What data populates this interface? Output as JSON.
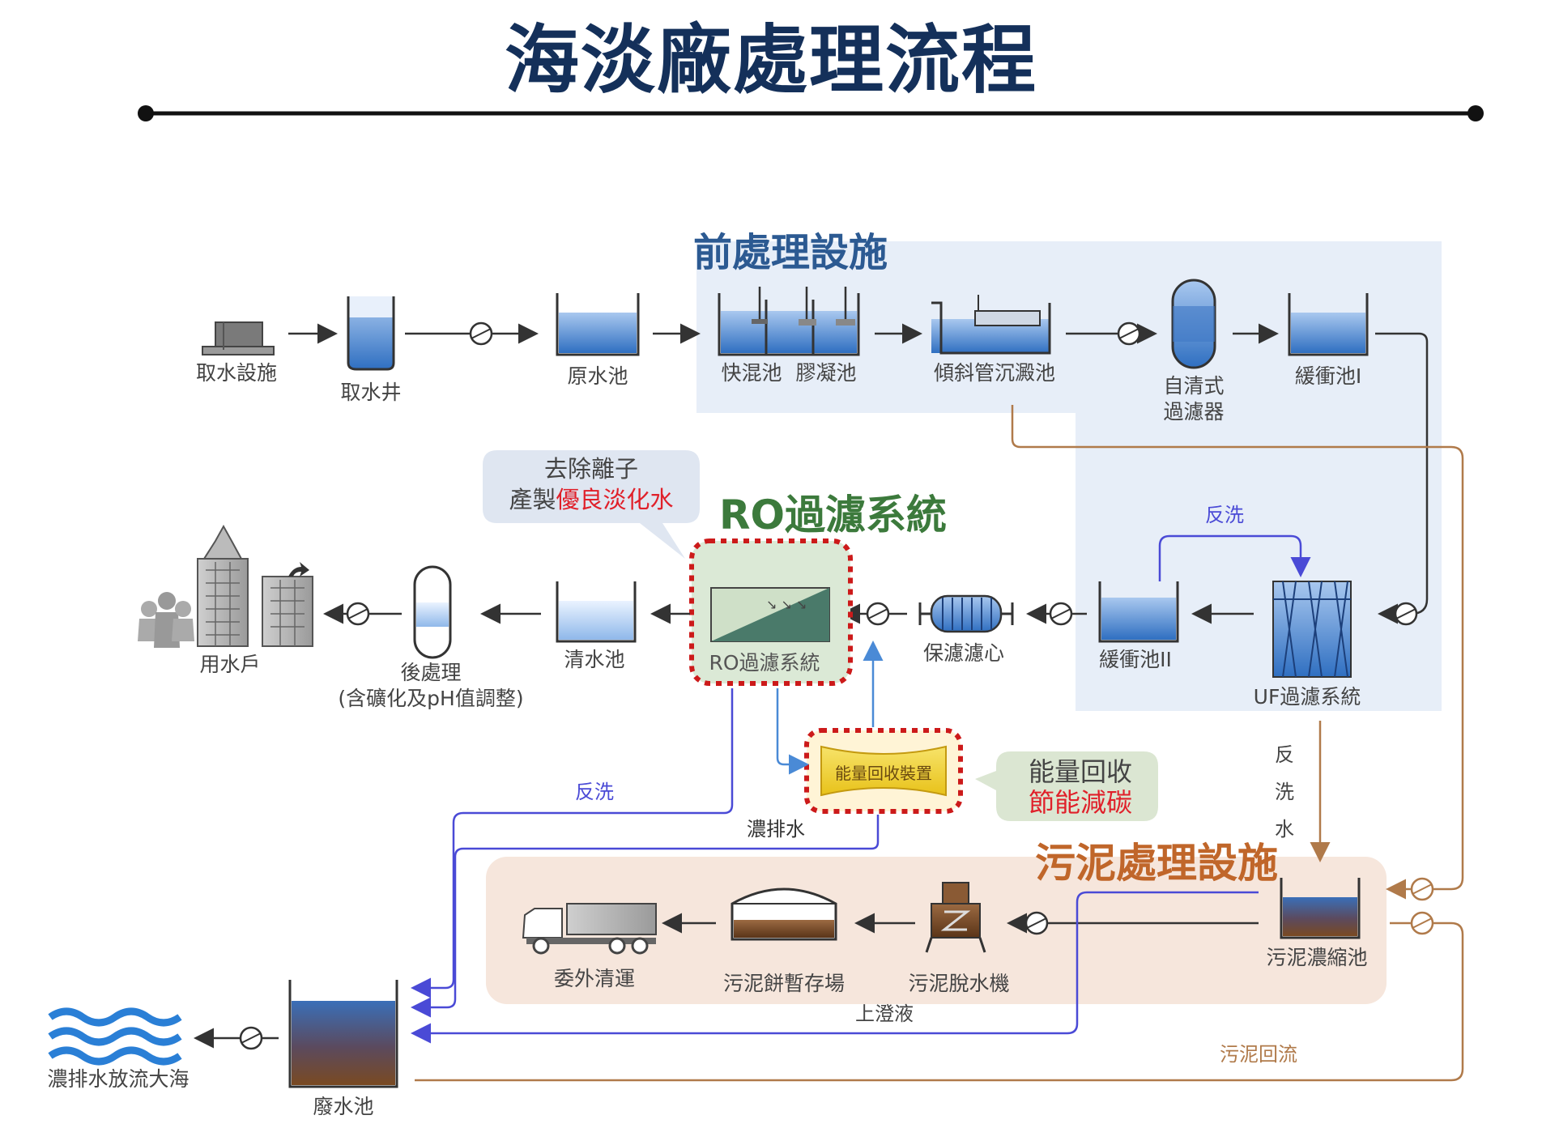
{
  "title": "海淡廠處理流程",
  "sections": {
    "pretreatment": "前處理設施",
    "ro": "RO過濾系統",
    "sludge": "污泥處理設施"
  },
  "nodes": {
    "intake_facility": "取水設施",
    "intake_well": "取水井",
    "raw_water_tank": "原水池",
    "rapid_mix": "快混池",
    "flocculation": "膠凝池",
    "settling": "傾斜管沉澱池",
    "self_clean_filter_1": "自清式",
    "self_clean_filter_2": "過濾器",
    "buffer_1": "緩衝池I",
    "uf_system": "UF過濾系統",
    "buffer_2": "緩衝池II",
    "cartridge_filter": "保濾濾心",
    "ro_system": "RO過濾系統",
    "clear_water": "清水池",
    "post_treatment": "後處理",
    "post_treatment_note": "(含礦化及pH值調整)",
    "users": "用水戶",
    "energy_recovery": "能量回收裝置",
    "sludge_thickener": "污泥濃縮池",
    "dewatering": "污泥脫水機",
    "cake_storage": "污泥餅暫存場",
    "outsource": "委外清運",
    "wastewater_tank": "廢水池",
    "discharge": "濃排水放流大海"
  },
  "callouts": {
    "ro_line1": "去除離子",
    "ro_line2_prefix": "產製",
    "ro_line2_highlight": "優良淡化水",
    "energy_line1": "能量回收",
    "energy_line2": "節能減碳"
  },
  "flow_labels": {
    "uf_backwash": "反洗",
    "ro_backwash": "反洗",
    "brine": "濃排水",
    "backwash_water_1": "反",
    "backwash_water_2": "洗",
    "backwash_water_3": "水",
    "supernatant": "上澄液",
    "sludge_return": "污泥回流"
  },
  "colors": {
    "title": "#14305a",
    "water_blue": "#3a7fcf",
    "pretreatment_bg": "#e7eef8",
    "sludge_bg": "#f6e6dc",
    "sludge_brown": "#6b4326",
    "blue_line": "#4a4ad6",
    "brown_line": "#b07a4a",
    "highlight_red": "#e0202a",
    "ro_green": "#3c7a3c",
    "sludge_orange": "#c0662a"
  }
}
